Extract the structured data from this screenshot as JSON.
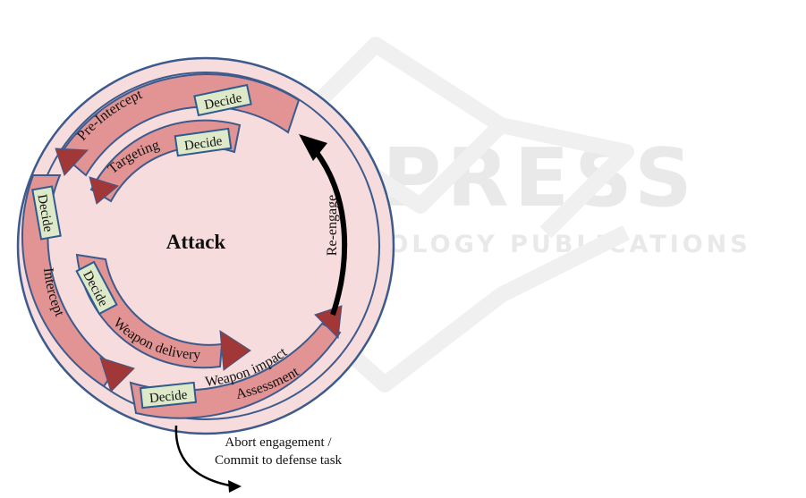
{
  "watermark": {
    "big": "SCITEPRESS",
    "small": "SCIENCE AND TECHNOLOGY PUBLICATIONS",
    "color": "#e9e9e9"
  },
  "colors": {
    "ring_fill": "#f6dcdc",
    "ring_stroke": "#3d5a8c",
    "band_fill": "#e29494",
    "band_stroke": "#3d5a8c",
    "arrowhead": "#a23737",
    "decide_fill": "#dde9c8",
    "decide_stroke": "#2f5b8e",
    "black": "#000000"
  },
  "diagram": {
    "title": "Attack",
    "phases": {
      "pre_intercept": "Pre-Intercept",
      "targeting": "Targeting",
      "intercept": "Intercept",
      "weapon_delivery": "Weapon delivery",
      "weapon_impact": "Weapon impact",
      "assessment": "Assessment"
    },
    "decide": "Decide",
    "reengage": "Re-engage",
    "abort_line1": "Abort engagement /",
    "abort_line2": "Commit to defense task"
  }
}
